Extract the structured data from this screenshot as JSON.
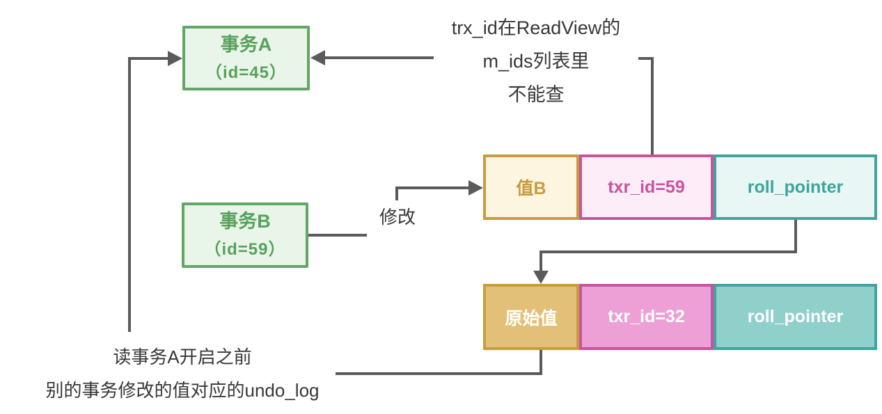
{
  "palette": {
    "connector_gray": "#5a5a5a",
    "annotation_text": "#373737",
    "green_border": "#63a668",
    "green_fill": "#e9f5e8",
    "green_text": "#57a15c",
    "gold_border": "#c79b3e",
    "gold_fill_light": "#fdf5df",
    "gold_fill_solid": "#e2c078",
    "pink_border": "#c8539f",
    "pink_fill_light": "#fcedf8",
    "pink_fill_solid": "#eca0d5",
    "teal_border": "#3fa3a0",
    "teal_fill_light": "#e8f7f3",
    "teal_fill_solid": "#8fd0cb",
    "solid_cell_text": "#ffffff"
  },
  "transaction_a": {
    "title": "事务A",
    "id_label": "（id=45）"
  },
  "transaction_b": {
    "title": "事务B",
    "id_label": "（id=59）"
  },
  "readview_note": {
    "line1": "trx_id在ReadView的",
    "line2": "m_ids列表里",
    "line3": "不能查"
  },
  "modify_label": "修改",
  "current_record": {
    "value": "值B",
    "trx_id": "txr_id=59",
    "roll_pointer": "roll_pointer"
  },
  "undo_record": {
    "value": "原始值",
    "trx_id": "txr_id=32",
    "roll_pointer": "roll_pointer"
  },
  "undo_note": {
    "line1": "读事务A开启之前",
    "line2": "别的事务修改的值对应的undo_log"
  }
}
